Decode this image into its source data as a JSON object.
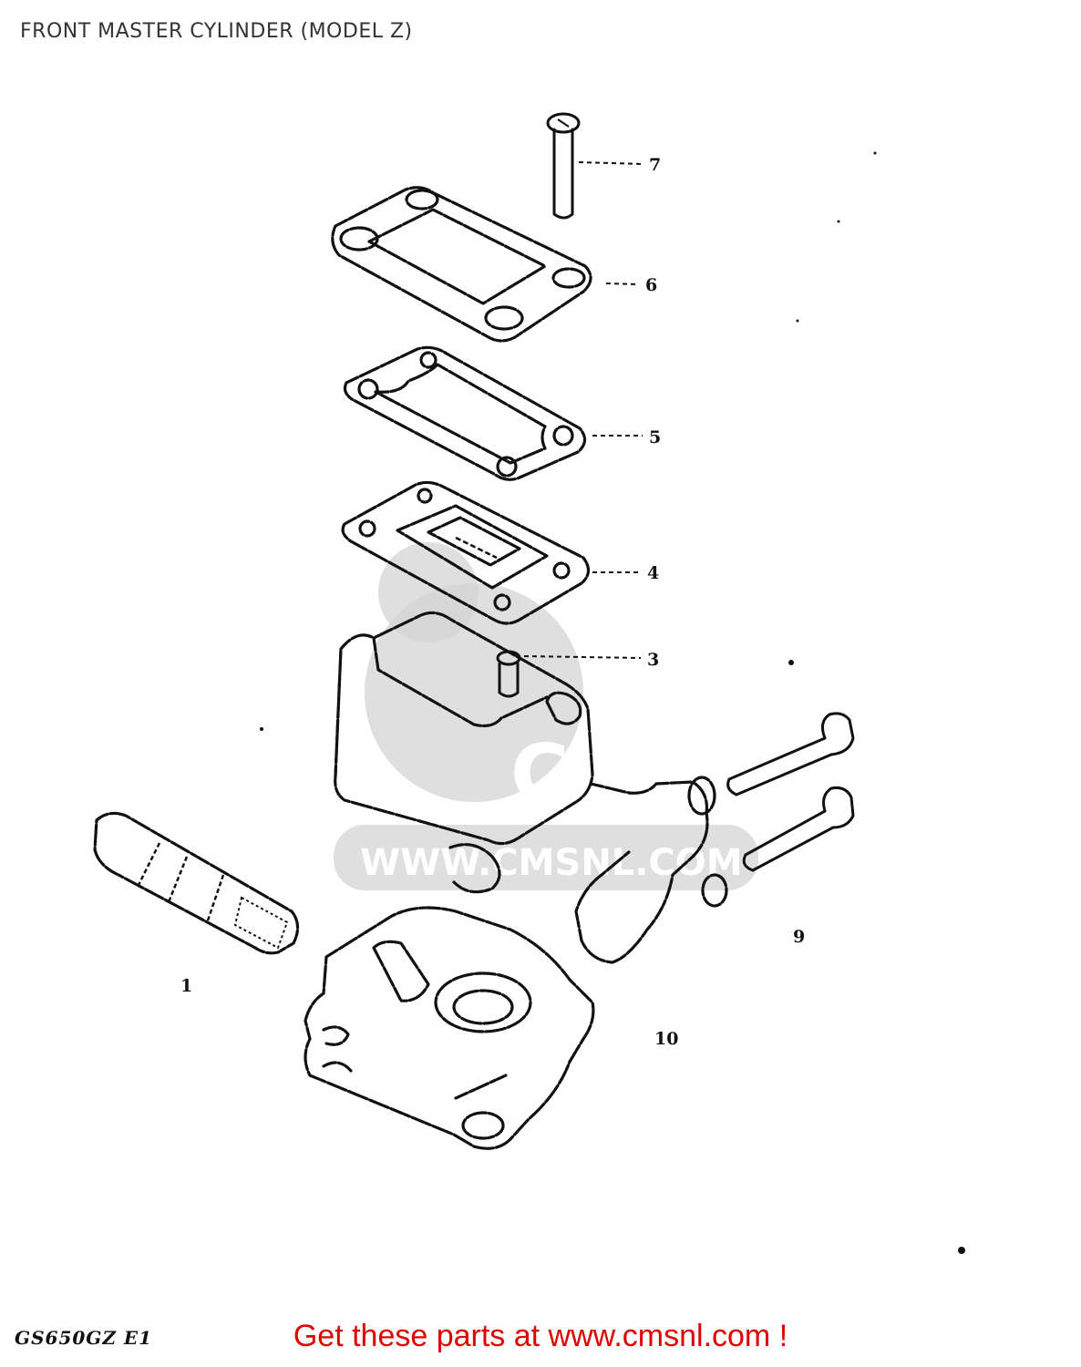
{
  "title": "FRONT MASTER CYLINDER (MODEL Z)",
  "watermark": {
    "logo": "CMS",
    "url": "WWW.CMSNL.COM"
  },
  "callouts": [
    "1",
    "3",
    "4",
    "5",
    "6",
    "7",
    "9",
    "10"
  ],
  "drawing_code": "GS650GZ E1",
  "cta": "Get these parts at www.cmsnl.com !",
  "colors": {
    "cta": "#e00000",
    "line": "#111111",
    "watermark": "#d4d4d4"
  }
}
